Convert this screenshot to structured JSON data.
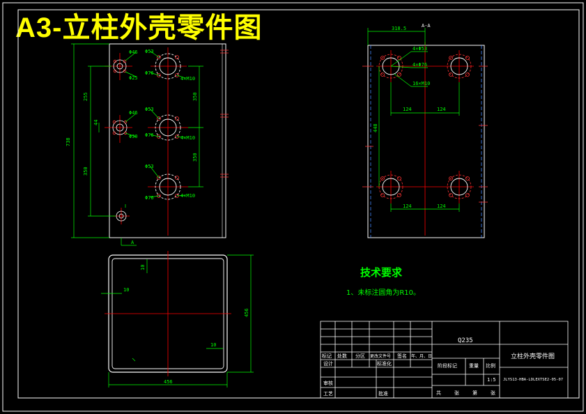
{
  "banner": {
    "title": "A3-立柱外壳零件图"
  },
  "section_label": "A-A",
  "section_mark": "A",
  "front_view": {
    "top_width": "318.5",
    "hole_labels": {
      "h1": "Φ46",
      "h2": "Φ25",
      "h3": "Φ53",
      "h4": "Φ76",
      "h5": "4×M10",
      "h6": "Φ46",
      "h7": "Φ30",
      "h8": "Φ53",
      "h9": "Φ76",
      "h10": "4×M10",
      "h11": "Φ53",
      "h12": "Φ76",
      "h13": "4×M10"
    },
    "dims": {
      "d_total": "738",
      "d_a": "255",
      "d_b": "44",
      "d_c": "350",
      "d_d": "350",
      "d_e": "350"
    }
  },
  "side_view": {
    "labels": {
      "l1": "4×Φ53",
      "l2": "4×Φ76",
      "l3": "16×M10",
      "d1": "124",
      "d2": "124",
      "d3": "124",
      "d4": "124",
      "d5": "448"
    }
  },
  "section_view": {
    "d_left": "10",
    "d_top": "10",
    "d_corner": "10",
    "width": "456",
    "height": "456"
  },
  "tech": {
    "title": "技术要求",
    "item": "1、未标注圆角为R10。"
  },
  "title_block": {
    "material": "Q235",
    "part_name": "立柱外壳零件图",
    "drawing_no": "JLYS13-HBA-LDLEXTSE2-05-07",
    "scale": "1:5",
    "headers": [
      "标记",
      "处数",
      "分区",
      "更改文件号",
      "签名",
      "年、月、日"
    ],
    "design": "设计",
    "standard": "标准化",
    "review": "审核",
    "process": "工艺",
    "approve": "批准",
    "stage_mark": "阶段标记",
    "weight": "重量",
    "ratio": "比例",
    "sheet": [
      "共",
      "张",
      "第",
      "张"
    ]
  },
  "colors": {
    "frame": "#ffffff",
    "dim": "#00ff00",
    "center": "#ff0000",
    "banner": "#ffff00",
    "annot": "#ffffff"
  }
}
